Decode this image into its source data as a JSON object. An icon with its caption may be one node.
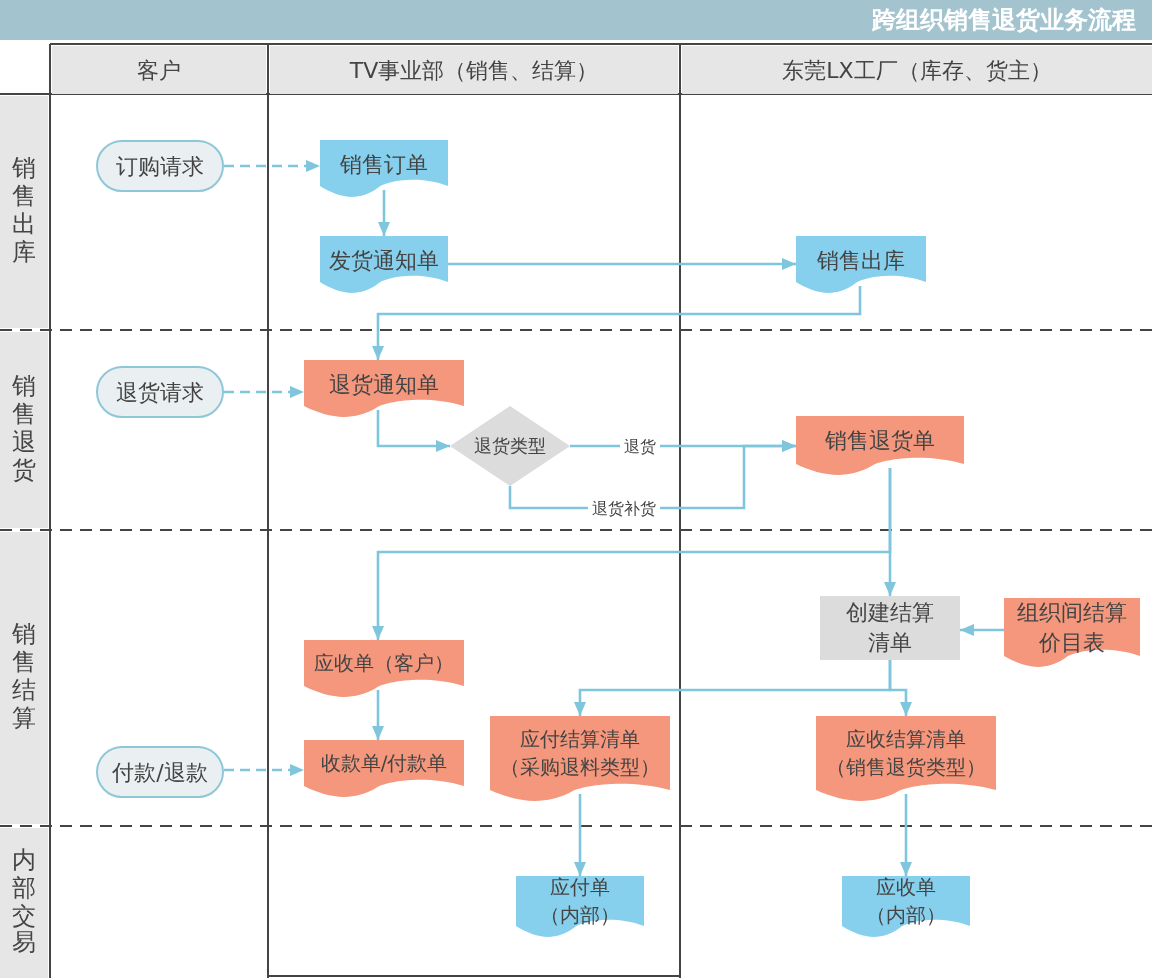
{
  "diagram": {
    "title": "跨组织销售退货业务流程",
    "nodes": [
      {
        "text": [
          "客户"
        ]
      },
      {
        "text": [
          "TV事业部（销售、结算）"
        ]
      },
      {
        "text": [
          "东莞LX工厂（库存、货主）"
        ]
      },
      {
        "text": [
          "销售出库"
        ]
      },
      {
        "text": [
          "销售退货"
        ]
      },
      {
        "text": [
          "销售结算"
        ]
      },
      {
        "text": [
          "内部交易"
        ]
      },
      {
        "text": [
          "订购请求"
        ]
      },
      {
        "text": [
          "销售订单"
        ]
      },
      {
        "text": [
          "发货通知单"
        ]
      },
      {
        "text": [
          "销售出库"
        ]
      },
      {
        "text": [
          "退货请求"
        ]
      },
      {
        "text": [
          "退货通知单"
        ]
      },
      {
        "text": [
          "退货类型"
        ]
      },
      {
        "text": [
          "销售退货单"
        ]
      },
      {
        "text": [
          "创建结算清单"
        ]
      },
      {
        "text": [
          "组织间结算价目表"
        ]
      },
      {
        "text": [
          "应收单（客户）"
        ]
      },
      {
        "text": [
          "付款/退款"
        ]
      },
      {
        "text": [
          "收款单/付款单"
        ]
      },
      {
        "text": [
          "应付结算清单（采购退料类型）"
        ]
      },
      {
        "text": [
          "应收结算清单（销售退货类型）"
        ]
      },
      {
        "text": [
          "应付单（内部）"
        ]
      },
      {
        "text": [
          "应收单（内部）"
        ]
      }
    ],
    "edges": [
      {
        "from": 7,
        "to": 8,
        "arrow": "to",
        "style": "dashed"
      },
      {
        "from": 8,
        "to": 9,
        "arrow": "to"
      },
      {
        "from": 9,
        "to": 10,
        "arrow": "to"
      },
      {
        "from": 10,
        "to": 12,
        "arrow": "to"
      },
      {
        "from": 11,
        "to": 12,
        "arrow": "to",
        "style": "dashed"
      },
      {
        "from": 12,
        "to": 13,
        "arrow": "to"
      },
      {
        "from": 13,
        "to": 14,
        "arrow": "to",
        "label": "退货"
      },
      {
        "from": 13,
        "to": 14,
        "arrow": "to",
        "label": "退货补货"
      },
      {
        "from": 14,
        "to": 17,
        "arrow": "to"
      },
      {
        "from": 14,
        "to": 15,
        "arrow": "to"
      },
      {
        "from": 16,
        "to": 15,
        "arrow": "to"
      },
      {
        "from": 17,
        "to": 19,
        "arrow": "to"
      },
      {
        "from": 18,
        "to": 19,
        "arrow": "to",
        "style": "dashed"
      },
      {
        "from": 15,
        "to": 20,
        "arrow": "to"
      },
      {
        "from": 15,
        "to": 21,
        "arrow": "to"
      },
      {
        "from": 20,
        "to": 22,
        "arrow": "to"
      },
      {
        "from": 21,
        "to": 23,
        "arrow": "to"
      }
    ]
  }
}
